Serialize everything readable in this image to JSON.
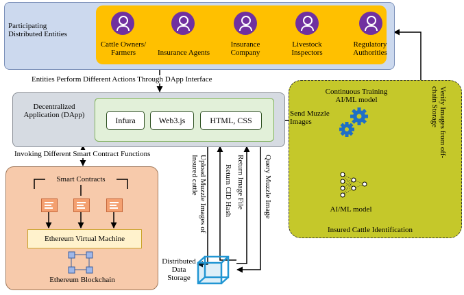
{
  "entities": {
    "title": "Participating\nDistributed Entities",
    "items": [
      {
        "label": "Cattle Owners/\nFarmers"
      },
      {
        "label": "Insurance Agents"
      },
      {
        "label": "Insurance\nCompany"
      },
      {
        "label": "Livestock\nInspectors"
      },
      {
        "label": "Regulatory\nAuthorities"
      }
    ],
    "action_label": "Entities Perform Different Actions Through DApp Interface"
  },
  "dapp": {
    "title": "Decentralized\nApplication (DApp)",
    "tech": [
      "Infura",
      "Web3.js",
      "HTML, CSS"
    ],
    "invoke_label": "Invoking Different Smart Contract Functions"
  },
  "smart_contracts": {
    "title": "Smart Contracts",
    "evm": "Ethereum Virtual Machine",
    "blockchain": "Ethereum Blockchain"
  },
  "storage": {
    "label": "Distributed\nData\nStorage",
    "arrows": {
      "upload": "Upload Muzzle Images of\nInsured cattle",
      "cid": "Return CID Hash",
      "file": "Return Image File",
      "query": "Query Muzzle Image"
    }
  },
  "ai": {
    "training": "Continuous Training\nAI/ML model",
    "model": "AI/ML model",
    "identification": "Insured Cattle Identification",
    "send_label": "Send Muzzle\nImages",
    "verify_label": "Verify Images from off-\nchain Storage"
  },
  "colors": {
    "entity_bg": "#ccd9ee",
    "entity_inner": "#ffc000",
    "avatar": "#7030a0",
    "dapp_bg": "#d6dbe2",
    "dapp_inner": "#e2f0d9",
    "sc_bg": "#f7caab",
    "evm_bg": "#fff2cc",
    "ai_bg": "#c5c82a",
    "gear": "#1f6fc5",
    "cube": "#2196d3"
  }
}
